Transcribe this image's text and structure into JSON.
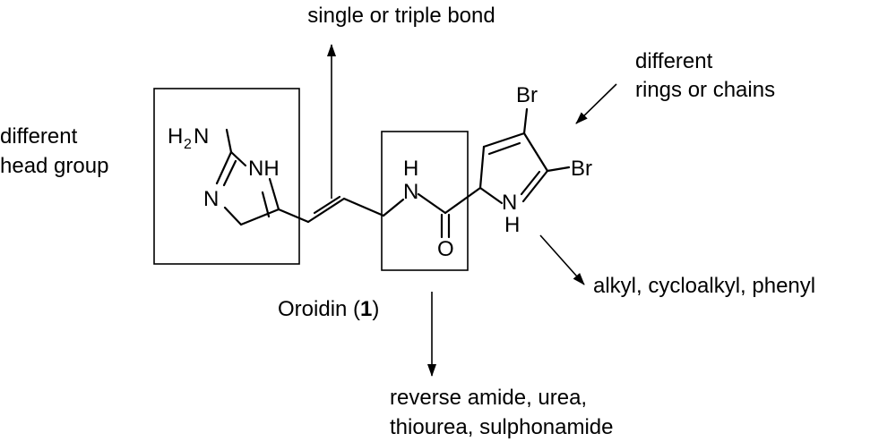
{
  "annotations": {
    "top": "single or triple bond",
    "head_group_line1": "different",
    "head_group_line2": "head group",
    "rings_line1": "different",
    "rings_line2": "rings or chains",
    "n_substituent": "alkyl, cycloalkyl, phenyl",
    "amide_line1": "reverse amide, urea,",
    "amide_line2": "thiourea, sulphonamide"
  },
  "compound": {
    "name": "Oroidin (",
    "number": "1",
    "close": ")"
  },
  "atoms": {
    "h": "H",
    "two": "2",
    "n": "N",
    "nh": "NH",
    "o": "O",
    "br": "Br"
  }
}
